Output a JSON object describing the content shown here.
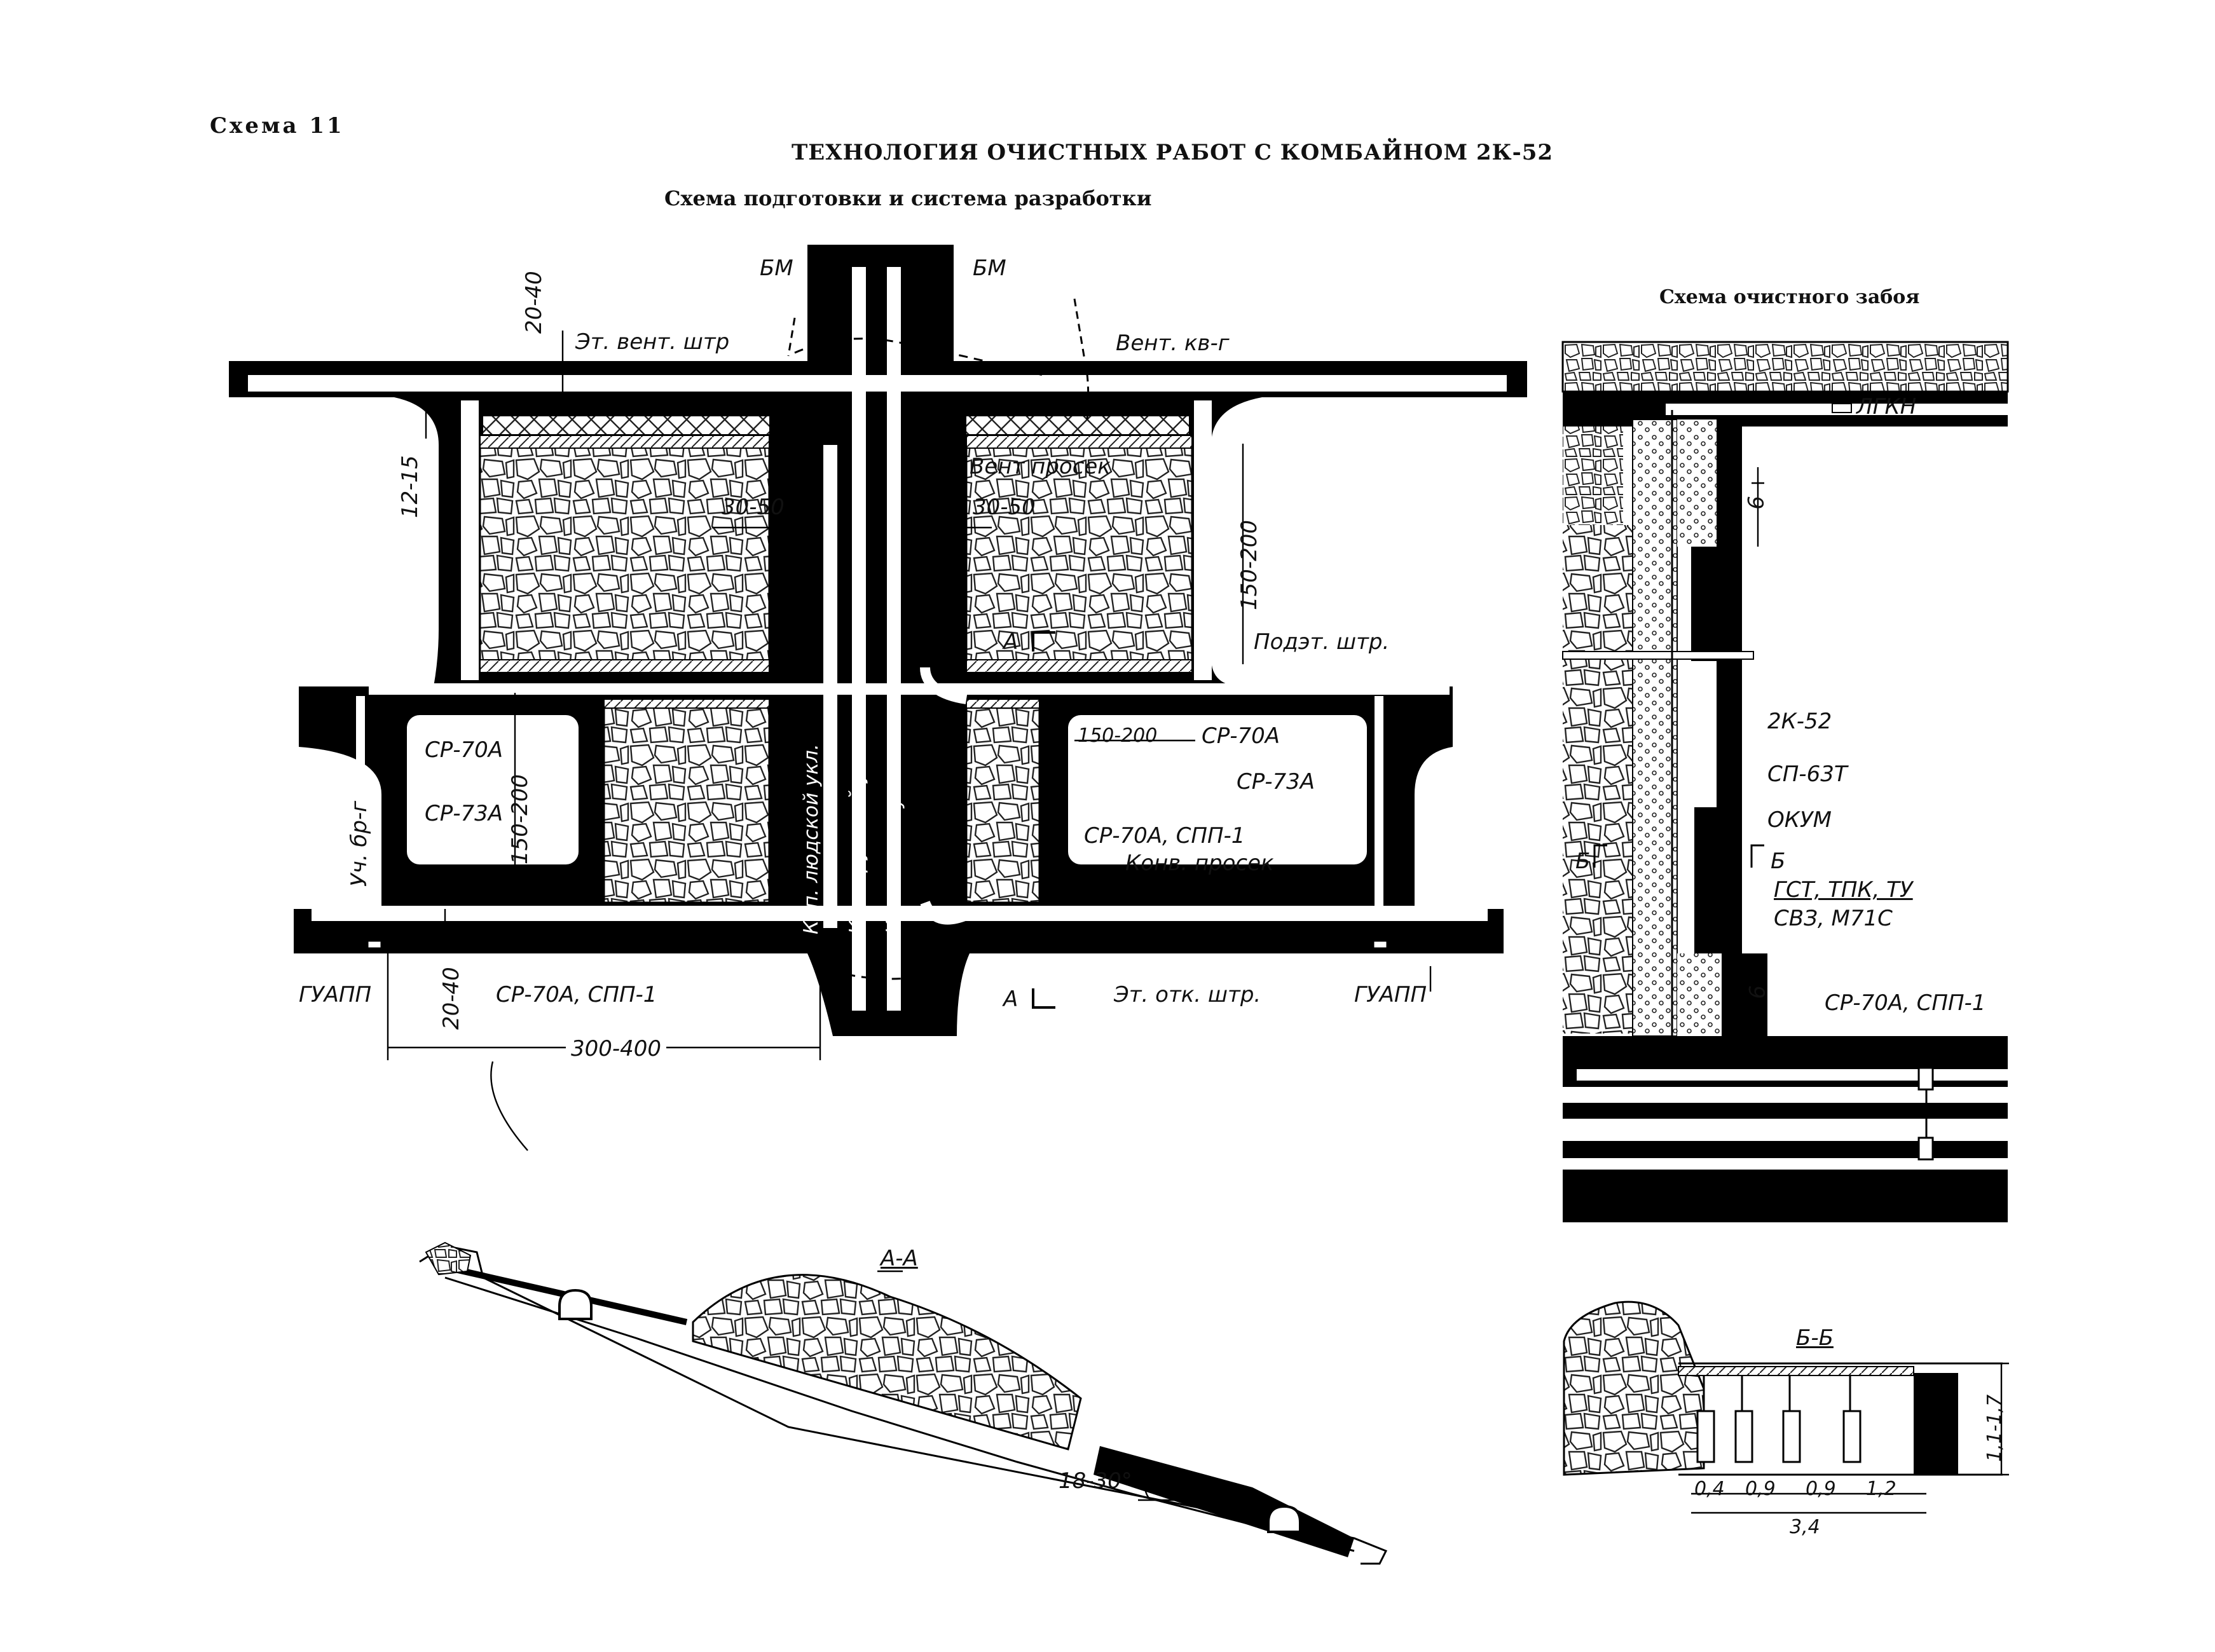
{
  "header": {
    "scheme_number": "Схема 11",
    "title": "ТЕХНОЛОГИЯ ОЧИСТНЫХ РАБОТ С КОМБАЙНОМ 2К-52",
    "subtitle": "Схема подготовки и система разработки",
    "face_title": "Схема очистного забоя"
  },
  "main_labels": {
    "bm_left": "БМ",
    "bm_right": "БМ",
    "d_20_40_top": "20-40",
    "vent_drift": "Эт. вент. штр",
    "vent_raise": "Вент. кв-г",
    "d_12_15": "12-15",
    "vent_crosscut": "Вент просек",
    "d_30_50_left": "30-50",
    "d_30_50_right": "30-50",
    "d_150_200_right": "150-200",
    "sublevel_drift": "Подэт. штр.",
    "section_a_top": "А",
    "sr70a_left": "СР-70А",
    "sr73a_left": "СР-73А",
    "d_150_200_left": "150-200",
    "area_raise": "Уч. бр-г",
    "incline_people": "Кап. людской укл.",
    "incline_cargo": "Кап. грузовой укл.",
    "incline_aux": "Кап. вспом. укл.",
    "d_150_200_mid": "150-200",
    "sr70a_right": "СР-70А",
    "sr73a_right": "СР-73А",
    "sr70a_spp1_mid": "СР-70А, СПП-1",
    "conveyor_crosscut": "Конв. просек",
    "guapp_left": "ГУАПП",
    "d_20_40_bottom": "20-40",
    "sr70a_spp1_bottom": "СР-70А, СПП-1",
    "section_a_bottom": "А",
    "haulage_drift": "Эт. отк. штр.",
    "guapp_right": "ГУАПП",
    "d_300_400": "300-400"
  },
  "face_labels": {
    "lgkn": "ЛГКН",
    "d_9_top": "9",
    "combine": "2К-52",
    "conveyor": "СП-63Т",
    "okum": "ОКУМ",
    "section_b_left": "Б",
    "section_b_right": "Б",
    "equipment_1": "ГСТ, ТПК, ТУ",
    "equipment_2": "СВЗ, М71С",
    "d_9_bottom": "9",
    "sr70a_spp1": "СР-70А, СПП-1"
  },
  "section_aa": {
    "title": "А-А",
    "angle": "18-30°"
  },
  "section_bb": {
    "title": "Б-Б",
    "height": "1,1-1,7",
    "d_04": "0,4",
    "d_09a": "0,9",
    "d_09b": "0,9",
    "d_12": "1,2",
    "total": "3,4"
  }
}
